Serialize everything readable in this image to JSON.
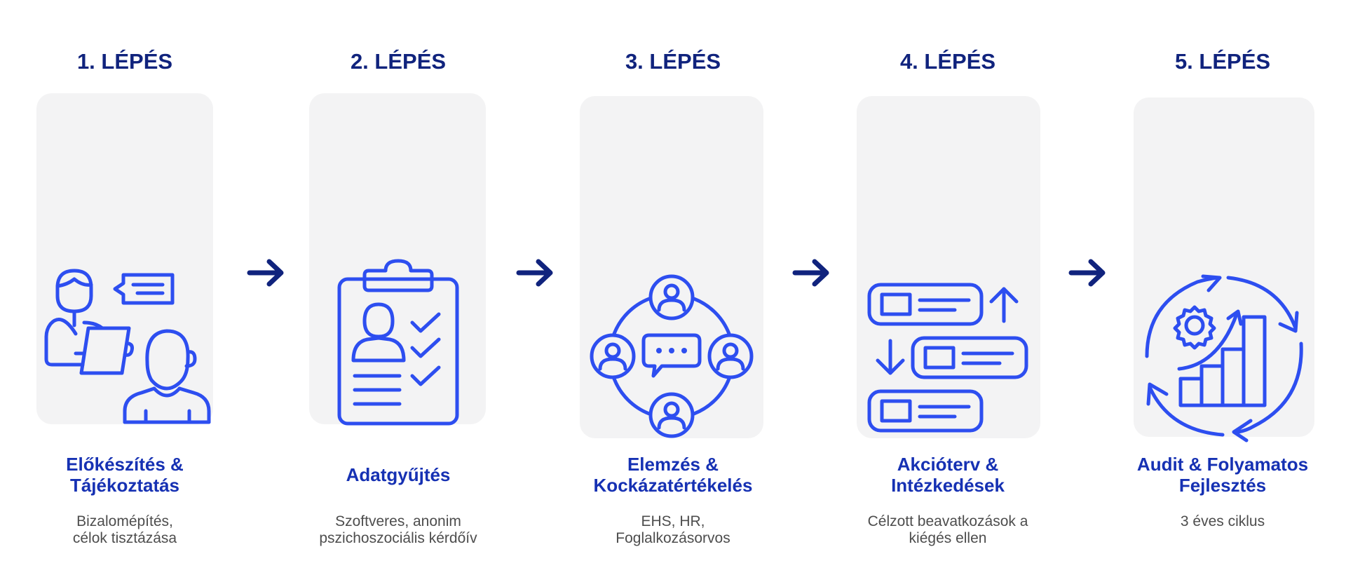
{
  "colors": {
    "title": "#10237d",
    "name": "#1631b3",
    "icon": "#2d4ef0",
    "arrow": "#10237d",
    "card": "#f3f3f4",
    "desc": "#4d4d4d"
  },
  "steps": [
    {
      "title": "1. LÉPÉS",
      "name": [
        "Előkészítés &",
        "Tájékoztatás"
      ],
      "desc": [
        "Bizalomépítés,",
        "célok tisztázása"
      ],
      "icon": "consultation-icon"
    },
    {
      "title": "2. LÉPÉS",
      "name": [
        "Adatgyűjtés"
      ],
      "desc": [
        "Szoftveres, anonim",
        "pszichoszociális kérdőív"
      ],
      "icon": "clipboard-checklist-icon"
    },
    {
      "title": "3. LÉPÉS",
      "name": [
        "Elemzés &",
        "Kockázatértékelés"
      ],
      "desc": [
        "EHS, HR,",
        "Foglalkozásorvos"
      ],
      "icon": "team-network-icon"
    },
    {
      "title": "4. LÉPÉS",
      "name": [
        "Akcióterv &",
        "Intézkedések"
      ],
      "desc": [
        "Célzott beavatkozások a",
        "kiégés ellen"
      ],
      "icon": "action-list-icon"
    },
    {
      "title": "5. LÉPÉS",
      "name": [
        "Audit & Folyamatos",
        "Fejlesztés"
      ],
      "desc": [
        "3 éves ciklus"
      ],
      "icon": "continuous-improvement-icon"
    }
  ]
}
